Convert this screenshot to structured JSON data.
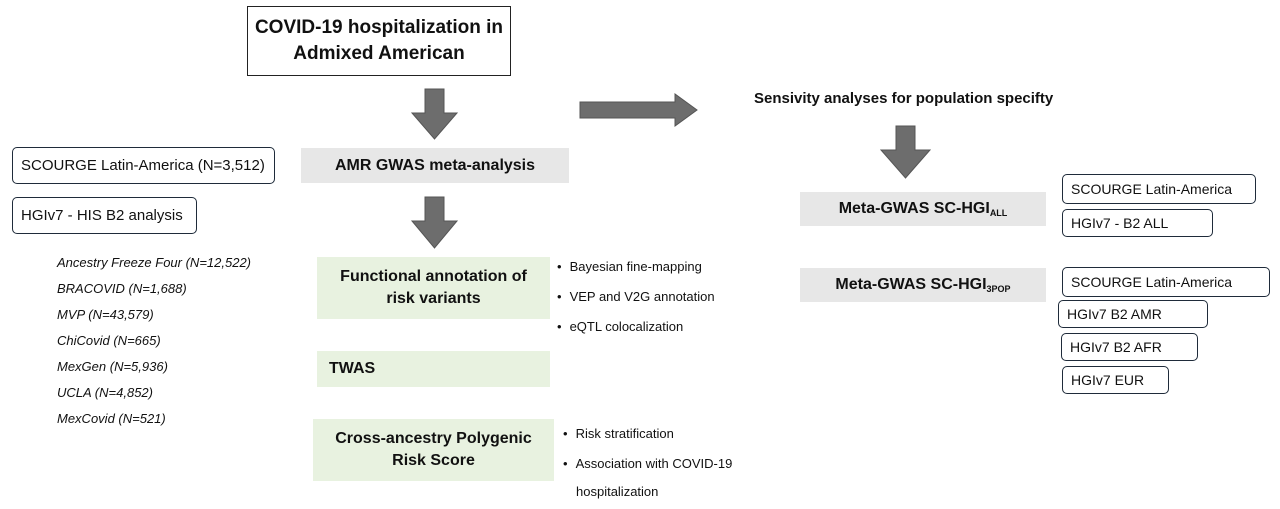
{
  "title": "COVID-19 hospitalization in Admixed American",
  "sensitivity_heading": "Sensivity analyses for population specifty",
  "left": {
    "boxes": [
      "SCOURGE Latin-America (N=3,512)",
      "HGIv7 - HIS B2 analysis"
    ],
    "cohorts": [
      "Ancestry Freeze Four (N=12,522)",
      "BRACOVID (N=1,688)",
      "MVP (N=43,579)",
      "ChiCovid (N=665)",
      "MexGen (N=5,936)",
      "UCLA (N=4,852)",
      "MexCovid (N=521)"
    ]
  },
  "center": {
    "meta_analysis": "AMR GWAS meta-analysis",
    "functional_annotation": "Functional annotation of risk variants",
    "functional_bullets": [
      "Bayesian fine-mapping",
      "VEP and V2G annotation",
      "eQTL colocalization"
    ],
    "twas": "TWAS",
    "prs": "Cross-ancestry Polygenic Risk Score",
    "prs_bullets": [
      "Risk stratification",
      "Association with COVID-19",
      "hospitalization"
    ]
  },
  "right": {
    "meta_all_label": "Meta-GWAS SC-HGI",
    "meta_all_sub": "ALL",
    "meta_all_boxes": [
      "SCOURGE Latin-America",
      "HGIv7 - B2 ALL"
    ],
    "meta_3pop_label": "Meta-GWAS SC-HGI",
    "meta_3pop_sub": "3POP",
    "meta_3pop_boxes": [
      "SCOURGE Latin-America",
      "HGIv7 B2 AMR",
      "HGIv7 B2 AFR",
      "HGIv7 EUR"
    ]
  },
  "colors": {
    "arrow": "#6d6d6d",
    "grey_box": "#e7e7e7",
    "green_box": "#e8f2e0",
    "box_border": "#1f2b3a"
  }
}
